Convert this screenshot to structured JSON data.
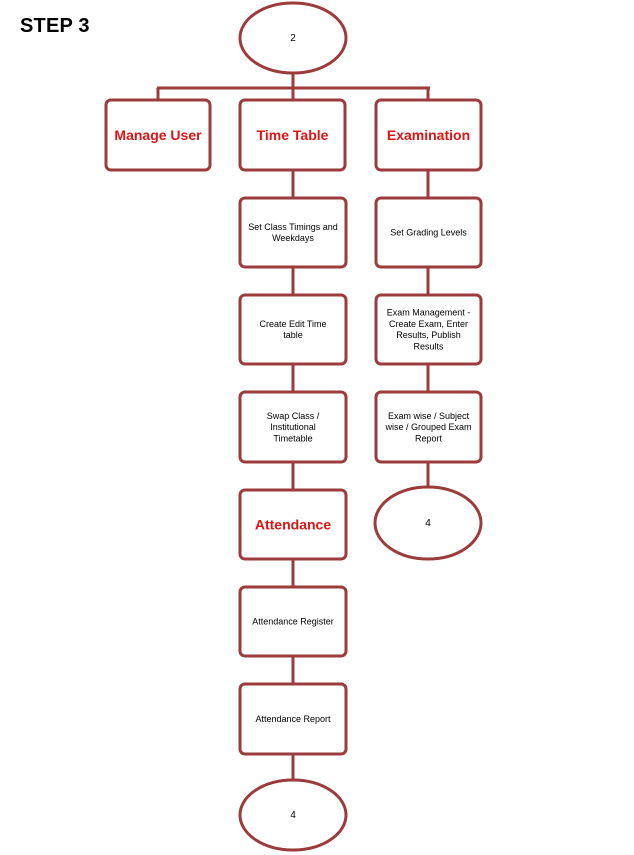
{
  "step_label": "STEP 3",
  "colors": {
    "border": "#9b3b3b",
    "connector": "#9b3b3b",
    "fill": "#ffffff",
    "heading_text": "#e01414",
    "body_text": "#000000"
  },
  "nodes": {
    "top_connector": "2",
    "manage_user": "Manage User",
    "time_table": "Time Table",
    "examination": "Examination",
    "set_class_timings": [
      "Set Class Timings and",
      "Weekdays"
    ],
    "create_edit_timetable": [
      "Create Edit Time",
      "table"
    ],
    "swap_class": [
      "Swap Class /",
      "Institutional",
      "Timetable"
    ],
    "attendance": "Attendance",
    "attendance_register": "Attendance Register",
    "attendance_report": "Attendance Report",
    "bottom_connector_left": "4",
    "set_grading_levels": "Set Grading Levels",
    "exam_management": [
      "Exam Management -",
      "Create Exam, Enter",
      "Results, Publish",
      "Results"
    ],
    "exam_reports": [
      "Exam wise / Subject",
      "wise / Grouped Exam",
      "Report"
    ],
    "bottom_connector_right": "4"
  }
}
